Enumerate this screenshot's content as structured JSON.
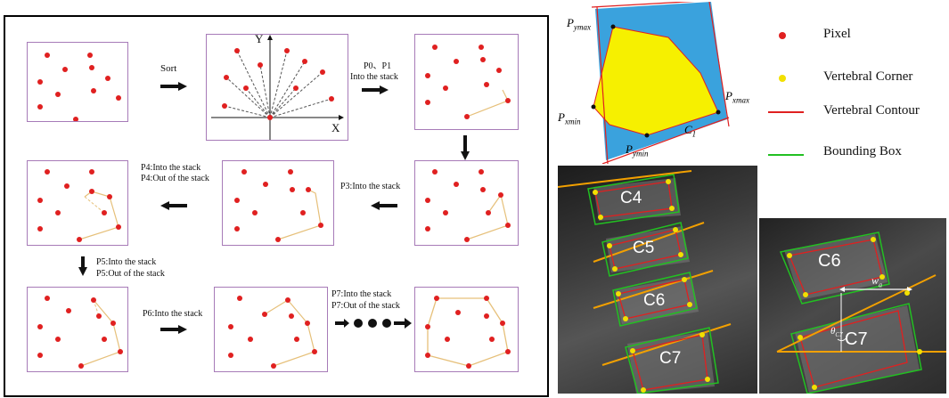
{
  "steps": {
    "sort": "Sort",
    "p0p1": "P0、P1",
    "p0p1b": "Into the stack",
    "p3": "P3:Into the stack",
    "p4a": "P4:Into the stack",
    "p4b": "P4:Out of the stack",
    "p5a": "P5:Into the stack",
    "p5b": "P5:Out of the stack",
    "p6": "P6:Into the stack",
    "p7a": "P7:Into the stack",
    "p7b": "P7:Out of the stack"
  },
  "axes": {
    "x": "X",
    "y": "Y"
  },
  "legend": {
    "pixel": "Pixel",
    "corner": "Vertebral Corner",
    "contour": "Vertebral Contour",
    "bbox": "Bounding Box"
  },
  "bbox_diagram": {
    "ymax": "P",
    "ymax_sub": "ymax",
    "xmax": "P",
    "xmax_sub": "xmax",
    "xmin": "P",
    "xmin_sub": "xmin",
    "ymin": "P",
    "ymin_sub": "ymin",
    "c1": "C",
    "c1_sub": "1"
  },
  "mri_labels": {
    "c4": "C4",
    "c5": "C5",
    "c6": "C6",
    "c7": "C7"
  },
  "detail_labels": {
    "c6": "C6",
    "c7": "C7",
    "wa": "w",
    "wa_sub": "a",
    "theta": "θ",
    "theta_sub": "C7"
  },
  "colors": {
    "panel_border": "#a77bb8",
    "pixel": "#e02020",
    "corner": "#f2e000",
    "contour": "#e02020",
    "bbox": "#22c022",
    "hull": "#e6c07a",
    "blue": "#3aa2dd",
    "yellow": "#f6f000",
    "orange": "#f2a000"
  }
}
